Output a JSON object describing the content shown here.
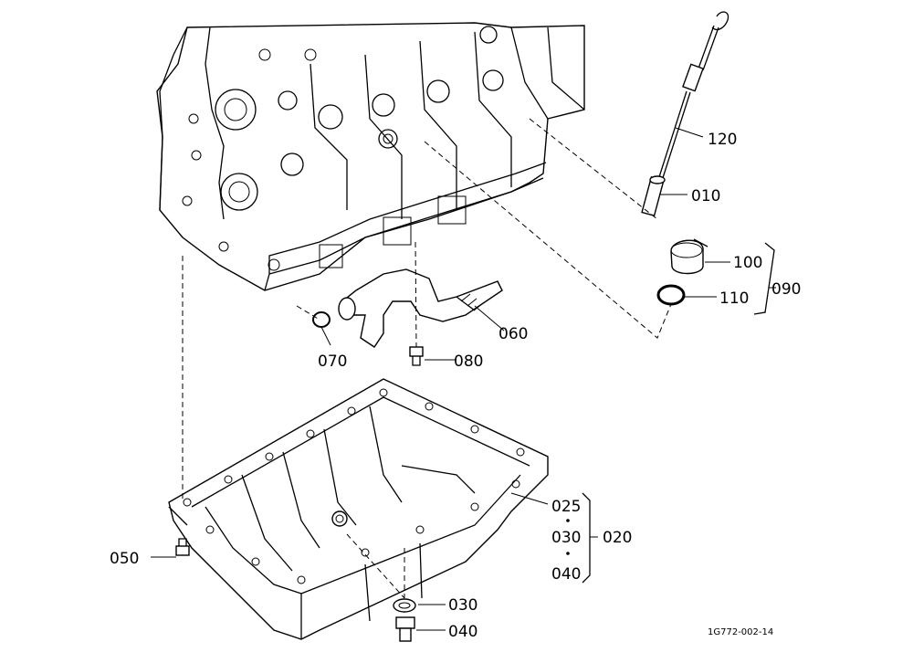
{
  "labels": {
    "p120": "120",
    "p010": "010",
    "p100": "100",
    "p110": "110",
    "p090": "090",
    "p060": "060",
    "p070": "070",
    "p080": "080",
    "p025": "025",
    "p030a": "030",
    "p040a": "040",
    "p020": "020",
    "p050": "050",
    "p030b": "030",
    "p040b": "040"
  },
  "drawing_code": "1G772-002-14"
}
